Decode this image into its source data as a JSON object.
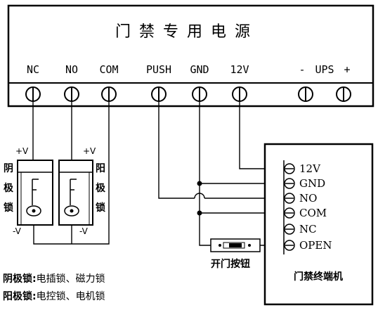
{
  "power_supply": {
    "title": "门禁专用电源",
    "terminals": [
      "NC",
      "NO",
      "COM",
      "PUSH",
      "GND",
      "12V"
    ],
    "ups_label": "UPS",
    "ups_minus": "-",
    "ups_plus": "+"
  },
  "locks": {
    "fail_secure": {
      "name": "阴极锁",
      "chars": [
        "阴",
        "极",
        "锁"
      ],
      "plus": "+V",
      "minus": "-V"
    },
    "fail_safe": {
      "name": "阳极锁",
      "chars": [
        "阳",
        "极",
        "锁"
      ],
      "plus": "+V",
      "minus": "-V"
    }
  },
  "exit_button": {
    "label": "开门按钮"
  },
  "access_terminal": {
    "label": "门禁终端机",
    "terminals": [
      "12V",
      "GND",
      "NO",
      "COM",
      "NC",
      "OPEN"
    ]
  },
  "legend": [
    {
      "key": "阴极锁:",
      "desc": "电插锁、磁力锁"
    },
    {
      "key": "阳极锁:",
      "desc": "电控锁、电机锁"
    }
  ]
}
